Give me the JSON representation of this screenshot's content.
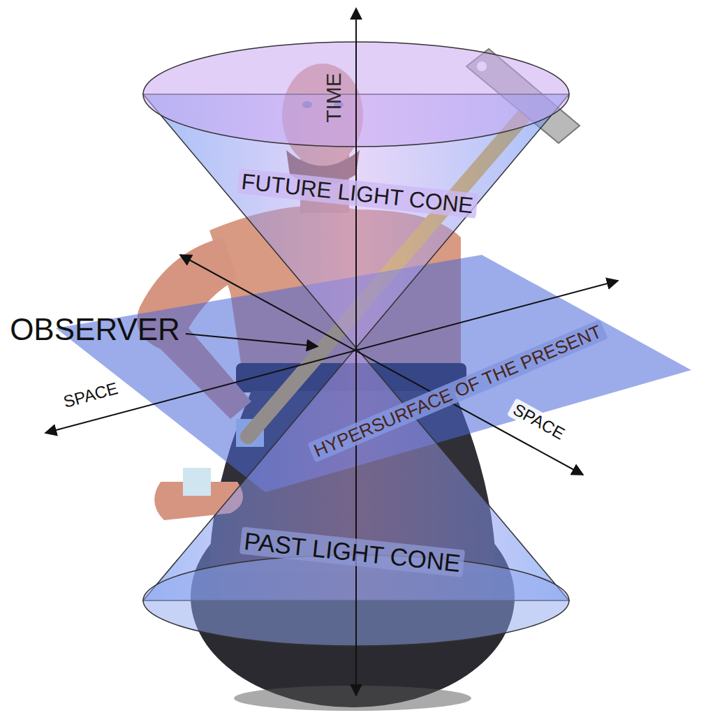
{
  "diagram": {
    "labels": [
      "TIME",
      "FUTURE LIGHT CONE",
      "OBSERVER",
      "SPACE",
      "HYPERSURFACE OF THE PRESENT",
      "SPACE",
      "PAST LIGHT CONE"
    ]
  }
}
